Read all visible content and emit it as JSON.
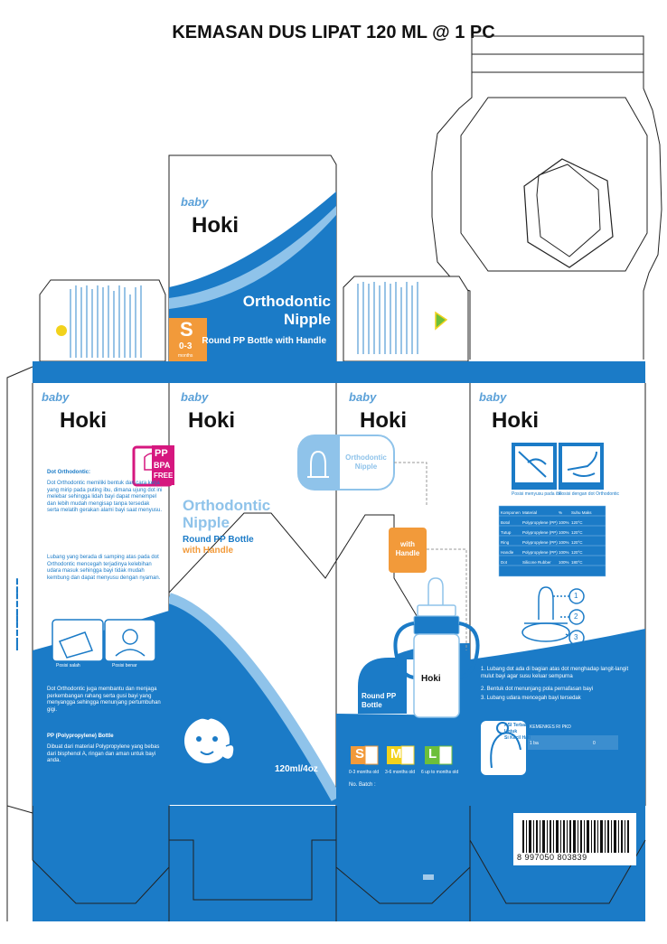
{
  "title": "KEMASAN DUS LIPAT 120 ML @ 1 PC",
  "brand": {
    "sub": "baby",
    "name": "Hoki"
  },
  "product": {
    "name_line1": "Orthodontic",
    "name_line2": "Nipple",
    "subtitle": "Round PP Bottle with Handle",
    "subtitle_a": "Round PP Bottle",
    "subtitle_b": "with Handle"
  },
  "size_badge": {
    "letter": "S",
    "range": "0-3",
    "unit": "months"
  },
  "pp_badge": {
    "line1": "PP",
    "line2": "BPA",
    "line3": "FREE"
  },
  "volume": "120ml/4oz",
  "callouts": {
    "nipple": "Orthodontic Nipple",
    "handle": "with Handle",
    "bottle": "Round PP Bottle",
    "bottle_brand": "Hoki"
  },
  "sizes": [
    {
      "letter": "S",
      "label": "0-3 months old",
      "color": "#f29a3a"
    },
    {
      "letter": "M",
      "label": "3-6 months old",
      "color": "#f2d21c"
    },
    {
      "letter": "L",
      "label": "6 up to months old",
      "color": "#6cbf3b"
    }
  ],
  "batch": "No. Batch :",
  "left_text": {
    "heading": "Dot Orthodontic:",
    "para1": "Dot Orthodontic memiliki bentuk dan cara kerja yang mirip pada puting ibu, dimana ujung dot ini melebar sehingga lidah bayi dapat menempel dan lebih mudah mengisap tanpa tersedak serta melatih gerakan alami bayi saat menyusu.",
    "para2": "Lubang yang berada di samping atas pada dot Orthodontic mencegah terjadinya kelebihan udara masuk sehingga bayi tidak mudah kembung dan dapat menyusu dengan nyaman.",
    "cap1": "Posisi salah",
    "cap2": "Posisi benar",
    "para3": "Dot Orthodontic juga membantu dan menjaga perkembangan rahang serta gusi bayi yang menyangga sehingga menunjang pertumbuhan gigi.",
    "pp_heading": "PP (Polypropylene) Bottle",
    "para4": "Dibuat dari material Polypropylene yang bebas dari bisphenol A, ringan dan aman untuk bayi anda."
  },
  "right_text": {
    "caption_a": "Posisi menyusu pada ibu",
    "caption_b": "Posisi dengan dot Orthodontic",
    "table": [
      [
        "Komponen",
        "Material",
        "%",
        "Suhu Maks"
      ],
      [
        "Botol",
        "Polypropylene (PP)",
        "100%",
        "120°C"
      ],
      [
        "Tutup",
        "Polypropylene (PP)",
        "100%",
        "120°C"
      ],
      [
        "Ring",
        "Polypropylene (PP)",
        "100%",
        "120°C"
      ],
      [
        "Handle",
        "Polypropylene (PP)",
        "100%",
        "120°C"
      ],
      [
        "Dot",
        "Silicone Rubber",
        "100%",
        "180°C"
      ]
    ],
    "nipple_points": [
      "1",
      "2",
      "3"
    ],
    "instructions": [
      "1. Lubang dot ada di bagian atas dot menghadap langit-langit mulut bayi agar susu keluar sempurna",
      "2. Bentuk dot menunjang pola pernafasan bayi",
      "3. Lubang udara mencegah bayi tersedak"
    ],
    "asi_line1": "ASI Terbaik",
    "asi_line2": "Untuk",
    "asi_line3": "Si Kecil Hati",
    "asi_side": "KEMENKES RI PKD",
    "asi_code": "1 ba",
    "asi_code2": "0",
    "barcode": "8 997050 803839"
  },
  "colors": {
    "blue": "#1b7bc7",
    "light_blue": "#8fc3ea",
    "orange": "#f29a3a",
    "magenta": "#d6177f"
  }
}
